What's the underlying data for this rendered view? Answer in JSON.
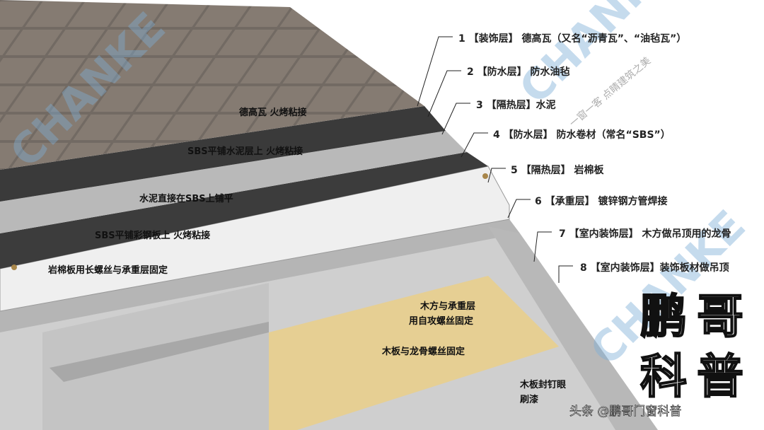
{
  "colors": {
    "shingle": "#6e6660",
    "membrane": "#3a3a3a",
    "cement": "#b8b8b8",
    "rockwool": "#efefef",
    "steel": "#bdbdbd",
    "wood": "#e6cf93",
    "watermark": "#7fb0d8"
  },
  "layers": [
    {
      "label": "1 【装饰层】 德高瓦（又名“沥青瓦”、“油毡瓦”）"
    },
    {
      "label": "2 【防水层】 防水油毡"
    },
    {
      "label": "3 【隔热层】水泥"
    },
    {
      "label": "4 【防水层】 防水卷材（常名“SBS”）"
    },
    {
      "label": "5 【隔热层】 岩棉板"
    },
    {
      "label": "6 【承重层】 镀锌钢方管焊接"
    },
    {
      "label": "7 【室内装饰层】 木方做吊顶用的龙骨"
    },
    {
      "label": "8 【室内装饰层】装饰板材做吊顶"
    }
  ],
  "notes": [
    {
      "label": "德高瓦 火烤粘接"
    },
    {
      "label": "SBS平铺水泥层上 火烤粘接"
    },
    {
      "label": "水泥直接在SBS上铺平"
    },
    {
      "label": "SBS平铺彩钢板上 火烤粘接"
    },
    {
      "label": "岩棉板用长螺丝与承重层固定"
    },
    {
      "label": "木方与承重层"
    },
    {
      "label": "用自攻螺丝固定"
    },
    {
      "label": "木板与龙骨螺丝固定"
    },
    {
      "label": "木板封钉眼"
    },
    {
      "label": "刷漆"
    }
  ],
  "watermark": {
    "logo": "CHANKE",
    "slogan": "一窗一客 点睛建筑之美"
  },
  "brand": {
    "c1": "鹏",
    "c2": "哥",
    "c3": "科",
    "c4": "普",
    "footer": "头条 @鹏哥门窗科普"
  }
}
